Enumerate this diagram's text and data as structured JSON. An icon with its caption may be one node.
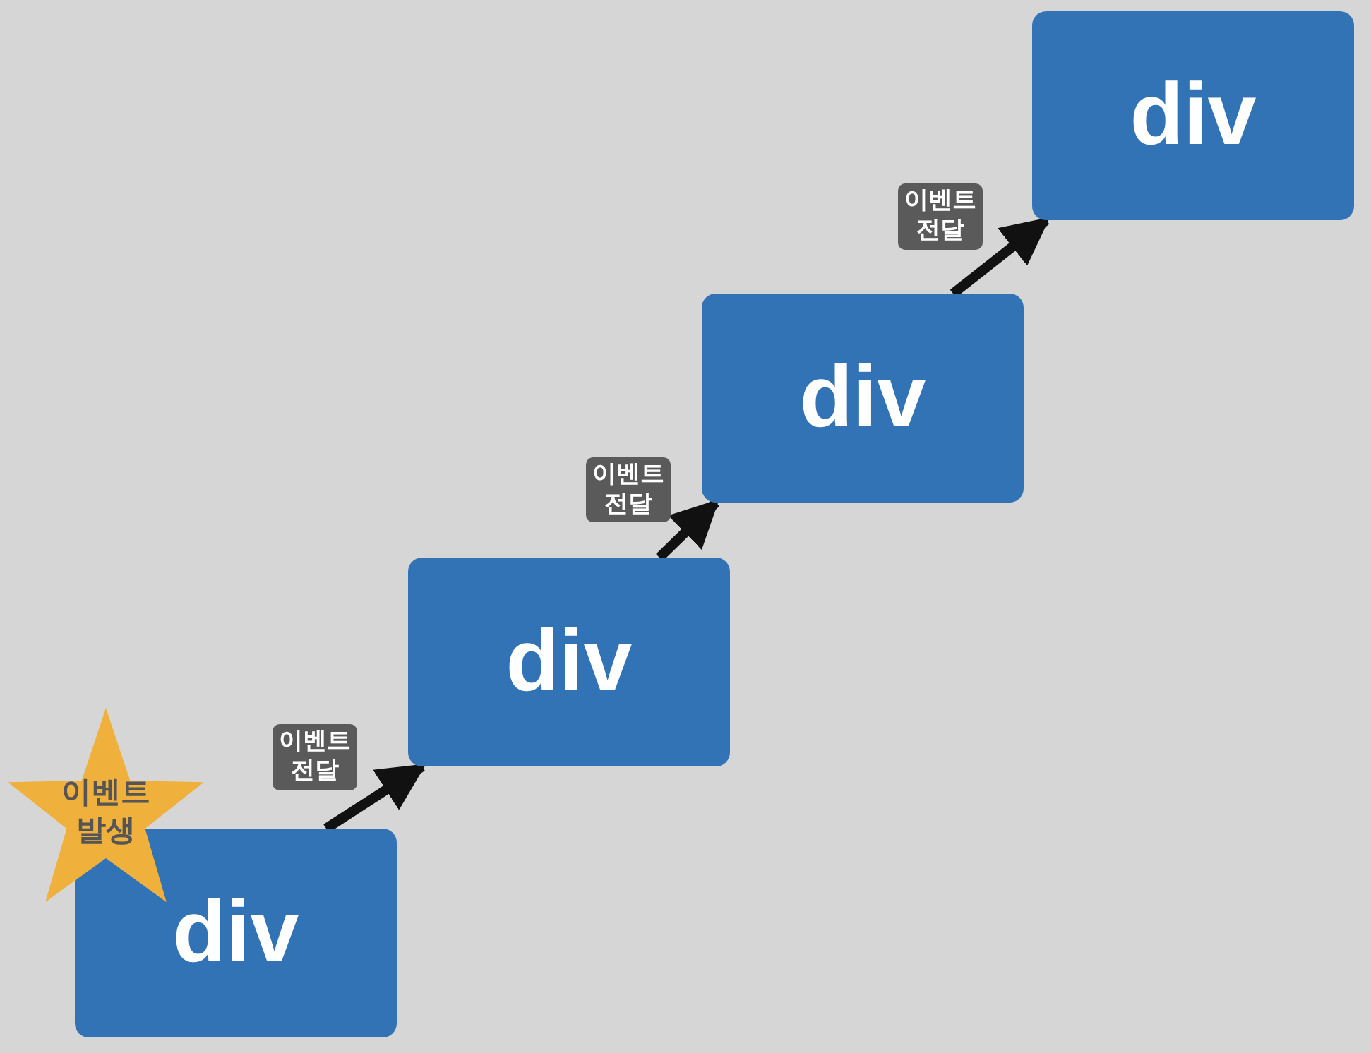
{
  "diagram": {
    "nodes": [
      {
        "text": [
          "div"
        ]
      },
      {
        "text": [
          "div"
        ]
      },
      {
        "text": [
          "div"
        ]
      },
      {
        "text": [
          "div"
        ]
      },
      {
        "text": [
          "이벤트 발생"
        ]
      }
    ],
    "edges": [
      {
        "from": 0,
        "to": 1,
        "arrow": "to",
        "label": "이벤트 전달"
      },
      {
        "from": 1,
        "to": 2,
        "arrow": "to",
        "label": "이벤트 전달"
      },
      {
        "from": 2,
        "to": 3,
        "arrow": "to",
        "label": "이벤트 전달"
      }
    ]
  }
}
